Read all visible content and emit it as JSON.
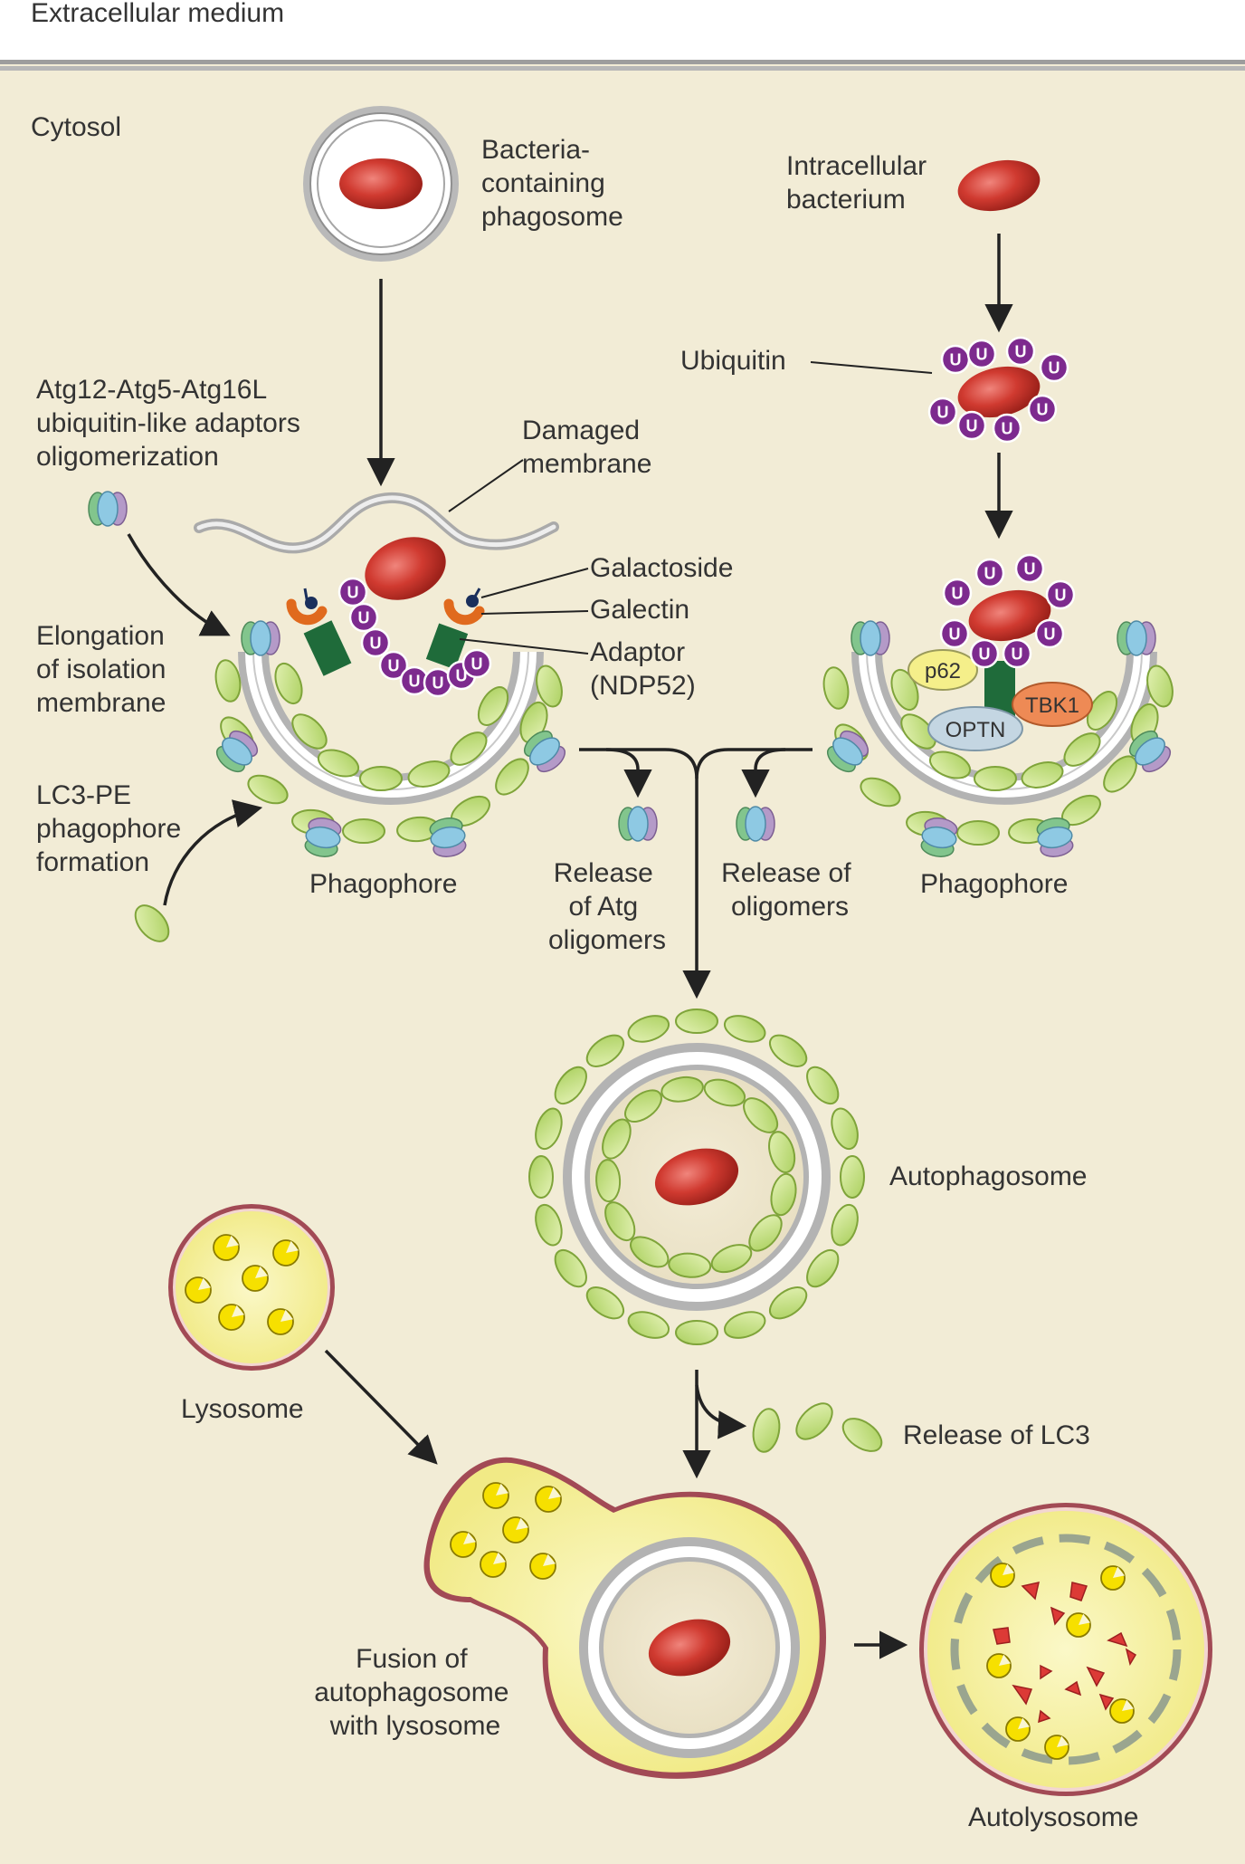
{
  "labels": {
    "extracellular": "Extracellular medium",
    "cytosol": "Cytosol",
    "phagosome": [
      "Bacteria-",
      "containing",
      "phagosome"
    ],
    "intracellular": [
      "Intracellular",
      "bacterium"
    ],
    "ubiquitin": "Ubiquitin",
    "atg": [
      "Atg12-Atg5-Atg16L",
      "ubiquitin-like adaptors",
      "oligomerization"
    ],
    "damaged": [
      "Damaged",
      "membrane"
    ],
    "galactoside": "Galactoside",
    "galectin": "Galectin",
    "adaptor": [
      "Adaptor",
      "(NDP52)"
    ],
    "elongation": [
      "Elongation",
      "of isolation",
      "membrane"
    ],
    "lc3pe": [
      "LC3-PE",
      "phagophore",
      "formation"
    ],
    "phagophore_left": "Phagophore",
    "phagophore_right": "Phagophore",
    "release_atg": [
      "Release",
      "of Atg",
      "oligomers"
    ],
    "release_olig": [
      "Release of",
      "oligomers"
    ],
    "autophagosome": "Autophagosome",
    "lysosome": "Lysosome",
    "release_lc3": "Release of LC3",
    "fusion": [
      "Fusion of",
      "autophagosome",
      "with lysosome"
    ],
    "autolysosome": "Autolysosome",
    "p62": "p62",
    "tbk1": "TBK1",
    "optn": "OPTN",
    "u": "U"
  },
  "colors": {
    "background": "#f2ecd6",
    "membrane": "#b9b9b9",
    "bacterium": "#d03a30",
    "lc3": "#c8e38a",
    "ubiquitin": "#7d2a8e",
    "lysosome_fill": "#f5f09a",
    "lysosome_rim": "#a24a55",
    "adaptor": "#1f6b3a",
    "galectin": "#e06a1e"
  }
}
